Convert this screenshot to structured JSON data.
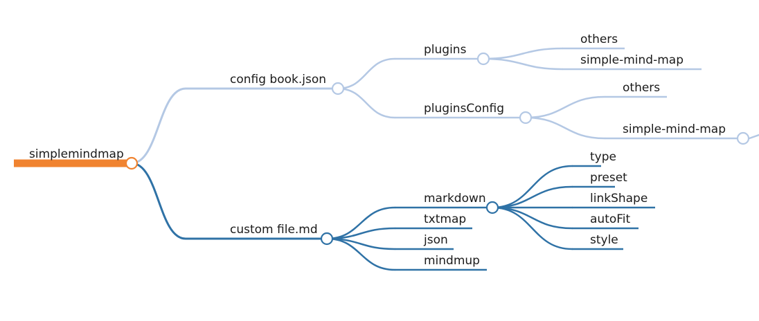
{
  "colors": {
    "root": "#f08330",
    "light": "#b4c8e4",
    "dark": "#2f72a6",
    "text": "#1a1a1a"
  },
  "root": {
    "label": "simplemindmap",
    "children": [
      {
        "label": "config book.json",
        "children": [
          {
            "label": "plugins",
            "children": [
              {
                "label": "others"
              },
              {
                "label": "simple-mind-map"
              }
            ]
          },
          {
            "label": "pluginsConfig",
            "children": [
              {
                "label": "others"
              },
              {
                "label": "simple-mind-map"
              }
            ]
          }
        ]
      },
      {
        "label": "custom file.md",
        "children": [
          {
            "label": "markdown",
            "children": [
              {
                "label": "type"
              },
              {
                "label": "preset"
              },
              {
                "label": "linkShape"
              },
              {
                "label": "autoFit"
              },
              {
                "label": "style"
              }
            ]
          },
          {
            "label": "txtmap"
          },
          {
            "label": "json"
          },
          {
            "label": "mindmup"
          }
        ]
      }
    ]
  }
}
